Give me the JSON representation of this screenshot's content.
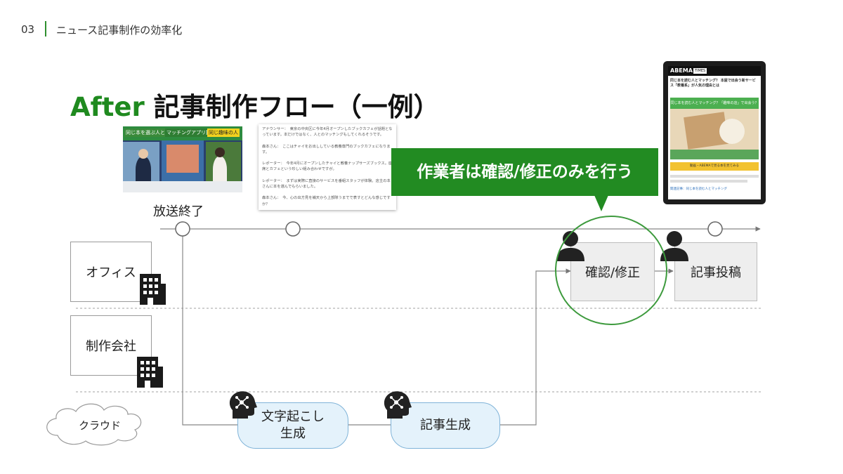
{
  "header": {
    "section_number": "03",
    "section_title": "ニュース記事制作の効率化"
  },
  "title": {
    "accent": "After",
    "rest": " 記事制作フロー（一例）"
  },
  "broadcast": {
    "end_label": "放送終了",
    "tags": [
      "同じ本を選ぶ人と",
      "マッチングアプリ提供",
      "同じ趣味の人"
    ]
  },
  "transcript": {
    "text": "アナウンサー：　東京の中央区に今年4月オープンしたブックカフェが話題となっています。本だけではなく、人とのマッチングもしてくれるそうです。\n\n森本さん：　ここはチャイをお出ししている教養専門のブックカフェになります。\n\nレポーター：　今年4月にオープンしたチャイと教養ナップサーズブックス。座席とカフェという珍しい組み合わせですが。\n\nレポーター：　まずは実際に直接のサービスを番組スタッフが体験。店主の本さんに本を選んでもらいました。\n\n森本さん：　今、心の出方見を補天から上部隊うまでで表すとどんな感じですか？"
  },
  "callout": {
    "text": "作業者は確認/修正のみを行う"
  },
  "tablet": {
    "brand": "ABEMA",
    "brand_tag": "TIMES",
    "article_title": "同じ本を読む人とマッチング？ 本屋で出会う新サービス「教養系」が人気の理由とは",
    "banner_text": "同じ本を読む人とマッチング？「趣味の店」で出会う？",
    "button_text": "動画・ABEMAで見る本を見てみる",
    "link_text": "関連記事：同じ本を読む人とマッチング"
  },
  "lanes": {
    "office": "オフィス",
    "production": "制作会社",
    "cloud": "クラウド"
  },
  "steps": {
    "transcribe": "文字起こし\n生成",
    "article_gen": "記事生成",
    "review": "確認/修正",
    "publish": "記事投稿"
  },
  "colors": {
    "accent_green": "#228b22",
    "pill_fill": "#e4f2fb",
    "pill_border": "#7fb3d8"
  },
  "icons": [
    "building-icon",
    "ai-head-icon",
    "person-icon",
    "cloud-icon"
  ]
}
